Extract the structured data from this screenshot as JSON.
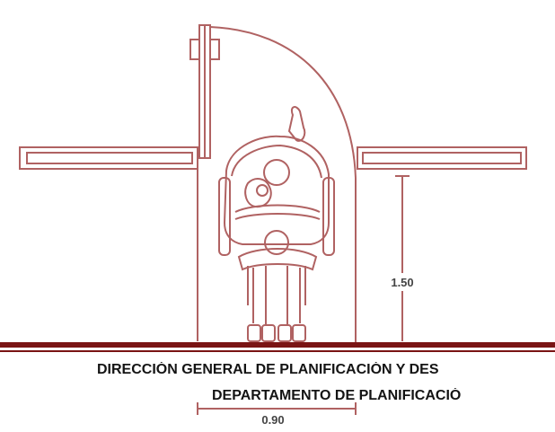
{
  "drawing": {
    "stroke_color": "#b06262",
    "band_color": "#7a1414",
    "dimension_width": "0.90",
    "dimension_depth": "1.50"
  },
  "header": {
    "line1": "DIRECCIÓN GENERAL DE PLANIFICACIÓN Y DES",
    "line2": "DEPARTAMENTO DE PLANIFICACIÓ"
  }
}
